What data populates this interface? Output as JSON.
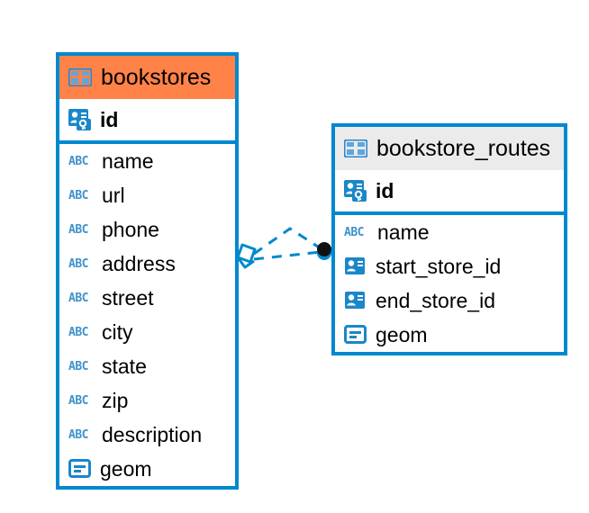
{
  "diagram": {
    "type": "entity-relationship-diagram",
    "background_color": "#ffffff",
    "accent_color": "#0089ce",
    "highlight_color": "#ff8249",
    "neutral_header_color": "#ebebeb"
  },
  "entities": [
    {
      "name": "bookstores",
      "title": "bookstores",
      "header_color": "#ff8249",
      "header_icon": "table-icon",
      "selected": true,
      "primary_key": {
        "label": "id",
        "icon": "primary-key-icon"
      },
      "fields": [
        {
          "label": "name",
          "icon": "abc-icon",
          "icon_text": "ABC"
        },
        {
          "label": "url",
          "icon": "abc-icon",
          "icon_text": "ABC"
        },
        {
          "label": "phone",
          "icon": "abc-icon",
          "icon_text": "ABC"
        },
        {
          "label": "address",
          "icon": "abc-icon",
          "icon_text": "ABC"
        },
        {
          "label": "street",
          "icon": "abc-icon",
          "icon_text": "ABC"
        },
        {
          "label": "city",
          "icon": "abc-icon",
          "icon_text": "ABC"
        },
        {
          "label": "state",
          "icon": "abc-icon",
          "icon_text": "ABC"
        },
        {
          "label": "zip",
          "icon": "abc-icon",
          "icon_text": "ABC"
        },
        {
          "label": "description",
          "icon": "abc-icon",
          "icon_text": "ABC"
        },
        {
          "label": "geom",
          "icon": "geometry-icon"
        }
      ]
    },
    {
      "name": "bookstore_routes",
      "title": "bookstore_routes",
      "header_color": "#ebebeb",
      "header_icon": "table-icon",
      "selected": false,
      "primary_key": {
        "label": "id",
        "icon": "primary-key-icon"
      },
      "fields": [
        {
          "label": "name",
          "icon": "abc-icon",
          "icon_text": "ABC"
        },
        {
          "label": "start_store_id",
          "icon": "foreign-key-icon"
        },
        {
          "label": "end_store_id",
          "icon": "foreign-key-icon"
        },
        {
          "label": "geom",
          "icon": "geometry-icon"
        }
      ]
    }
  ],
  "relationship": {
    "source_entity": "bookstores",
    "target_entity": "bookstore_routes",
    "source_endpoint_icon": "diamond-endpoint-icon",
    "target_endpoint_icon": "filled-circle-endpoint-icon",
    "line_style": "dashed",
    "line_color": "#0089ce"
  }
}
